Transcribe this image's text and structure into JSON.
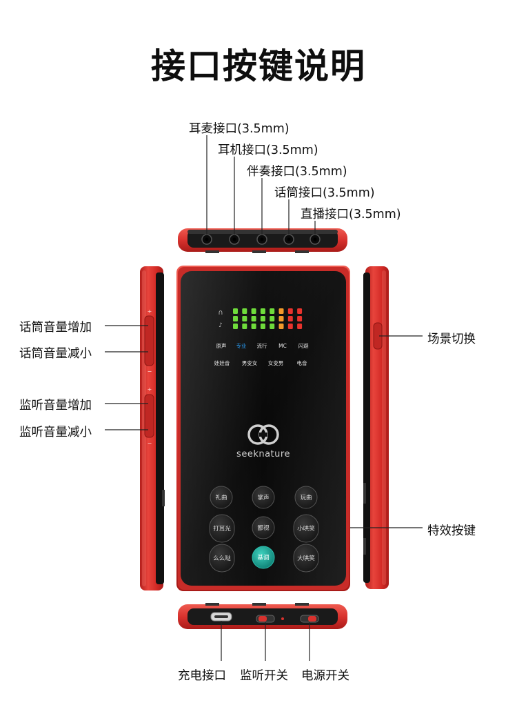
{
  "title": "接口按键说明",
  "top_ports": [
    {
      "label": "耳麦接口(3.5mm)"
    },
    {
      "label": "耳机接口(3.5mm)"
    },
    {
      "label": "伴奏接口(3.5mm)"
    },
    {
      "label": "话筒接口(3.5mm)"
    },
    {
      "label": "直播接口(3.5mm)"
    }
  ],
  "left_buttons": [
    {
      "label": "话筒音量增加"
    },
    {
      "label": "话筒音量减小"
    },
    {
      "label": "监听音量增加"
    },
    {
      "label": "监听音量减小"
    }
  ],
  "right_side": {
    "scene_switch": "场景切换",
    "effect_keys": "特效按键"
  },
  "bottom_ports": [
    {
      "label": "充电接口"
    },
    {
      "label": "监听开关"
    },
    {
      "label": "电源开关"
    }
  ],
  "device": {
    "brand": "seeknature",
    "modes_row1": [
      "原声",
      "专业",
      "流行",
      "MC",
      "闪避"
    ],
    "modes_row2": [
      "娃娃音",
      "男变女",
      "女变男",
      "电音"
    ],
    "pads": {
      "row1": [
        "礼曲",
        "掌声",
        "玩曲"
      ],
      "row2_left": "打耳光",
      "row2_center": "鄙视",
      "row2_right": "小哄笑",
      "row3_left": "么么哒",
      "row3_center": "基调",
      "row3_right": "大哄笑"
    },
    "colors": {
      "shell_red": "#d8322e",
      "panel_black": "#0d0d0d",
      "meter_green": "#6fdc3b",
      "meter_orange": "#f39a2b",
      "meter_red": "#e8332d",
      "mode_active": "#2aa3ff",
      "pad_teal": "#1aa99a"
    }
  }
}
